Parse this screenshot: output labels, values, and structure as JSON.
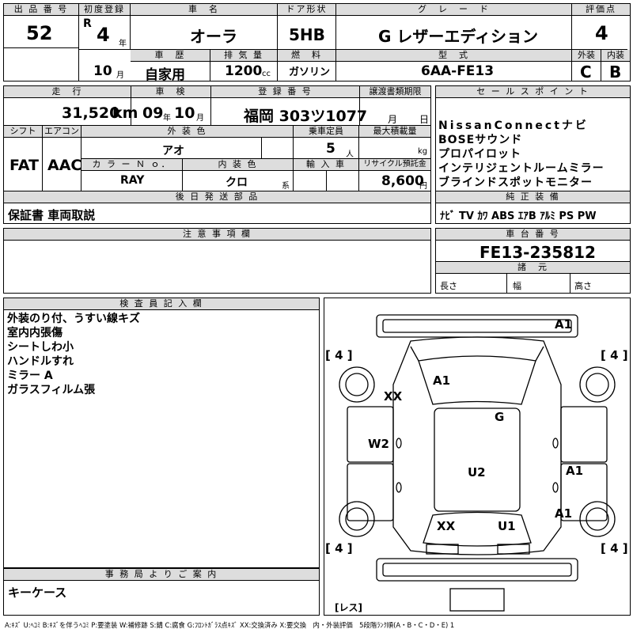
{
  "top": {
    "lot_label": "出 品 番 号",
    "lot": "52",
    "first_reg_label": "初度登録",
    "era": "R",
    "year": "4",
    "year_unit": "年",
    "month": "10",
    "month_unit": "月",
    "car_name_label": "車　名",
    "car_name": "オーラ",
    "door_label": "ドア形状",
    "door": "5HB",
    "grade_label": "グ　レ　ー　ド",
    "grade": "G レザーエディション",
    "score_label": "評価点",
    "score": "4",
    "history_label": "車　歴",
    "history": "自家用",
    "disp_label": "排 気 量",
    "disp": "1200",
    "disp_unit": "cc",
    "fuel_label": "燃　料",
    "fuel": "ガソリン",
    "model_label": "型　式",
    "model": "6AA-FE13",
    "ext_label": "外装",
    "ext": "C",
    "int_label": "内装",
    "int": "B"
  },
  "row2": {
    "mileage_label": "走　行",
    "mileage": "31,520",
    "mileage_unit": "km",
    "inspection_label": "車　検",
    "insp_year": "09",
    "insp_year_unit": "年",
    "insp_month": "10",
    "insp_month_unit": "月",
    "plate_label": "登 録 番 号",
    "plate": "福岡 303ツ1077",
    "transfer_label": "譲渡書類期限",
    "transfer_month_unit": "月",
    "transfer_day_unit": "日",
    "shift_label": "シフト",
    "shift": "FAT",
    "ac_label": "エアコン",
    "ac": "AAC",
    "color_label": "外 装 色",
    "color": "アオ",
    "capacity_label": "乗車定員",
    "capacity": "5",
    "capacity_unit": "人",
    "load_label": "最大積載量",
    "load_unit": "kg",
    "color_no_label": "カ ラ ー Ｎ ｏ．",
    "color_no": "RAY",
    "interior_label": "内 装 色",
    "interior": "クロ",
    "interior_unit": "系",
    "import_label": "輸 入 車",
    "recycle_label": "リサイクル預託金",
    "recycle": "8,600",
    "recycle_unit": "円",
    "later_label": "後 日 発 送 部 品",
    "later": "保証書 車両取説"
  },
  "sales": {
    "label": "セ ー ル ス ポ イ ン ト",
    "points": [
      "NissanConnectナビ",
      "BOSEサウンド",
      "プロパイロット",
      "インテリジェントルームミラー",
      "ブラインドスポットモニター"
    ],
    "equip_label": "純 正 装 備",
    "equip": "ﾅﾋﾞ TV ｶﾜ ABS ｴｱB ｱﾙﾐ PS PW"
  },
  "notes": {
    "label": "注 意 事 項 欄"
  },
  "chassis": {
    "label": "車 台 番 号",
    "number": "FE13-235812",
    "spec_label": "諸　元",
    "length": "長さ",
    "width": "幅",
    "height": "高さ"
  },
  "inspector": {
    "label": "検 査 員 記 入 欄",
    "lines": [
      "外装のり付、うすい線キズ",
      "室内内張傷",
      "シートしわ小",
      "ハンドルすれ",
      "ミラー A",
      "ガラスフィルム張"
    ]
  },
  "office": {
    "label": "事 務 局 よ り ご 案 内",
    "text": "キーケース"
  },
  "diagram": {
    "marks": [
      "A1",
      "A1",
      "XX",
      "G",
      "W2",
      "U2",
      "A1",
      "XX",
      "U1",
      "A1"
    ],
    "tires": [
      "4",
      "4",
      "4",
      "4"
    ],
    "spare": "レス"
  },
  "legend": "A:ｷｽﾞ U:ﾍｺﾐ B:ｷｽﾞを伴うﾍｺﾐ P:要塗装 W:補修跡 S:錆 C:腐食 G:ﾌﾛﾝﾄｶﾞﾗｽ点ｷｽﾞ XX:交換済み X:要交換　内・外装評価　5段階ﾗﾝｸ順(A・B・C・D・E) 1"
}
